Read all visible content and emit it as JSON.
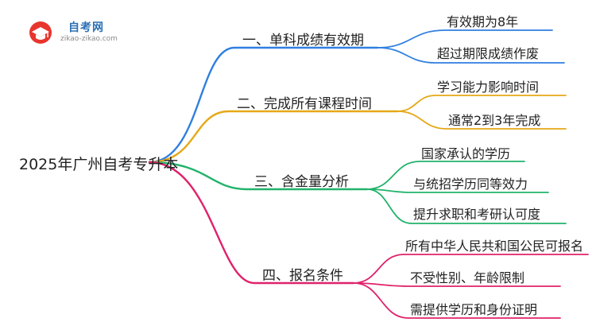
{
  "logo": {
    "title": "自考网",
    "url": "zikao-zikao.com",
    "icon": "graduation-cap-icon"
  },
  "root": {
    "label": "2025年广州自考专升本"
  },
  "branches": [
    {
      "label": "一、单科成绩有效期",
      "color": "#2f7fe0",
      "leaves": [
        "有效期为8年",
        "超过期限成绩作废"
      ]
    },
    {
      "label": "二、完成所有课程时间",
      "color": "#e6a817",
      "leaves": [
        "学习能力影响时间",
        "通常2到3年完成"
      ]
    },
    {
      "label": "三、含金量分析",
      "color": "#22b36b",
      "leaves": [
        "国家承认的学历",
        "与统招学历同等效力",
        "提升求职和考研认可度"
      ]
    },
    {
      "label": "四、报名条件",
      "color": "#e0226b",
      "leaves": [
        "所有中华人民共和国公民可报名",
        "不受性别、年龄限制",
        "需提供学历和身份证明"
      ]
    }
  ]
}
